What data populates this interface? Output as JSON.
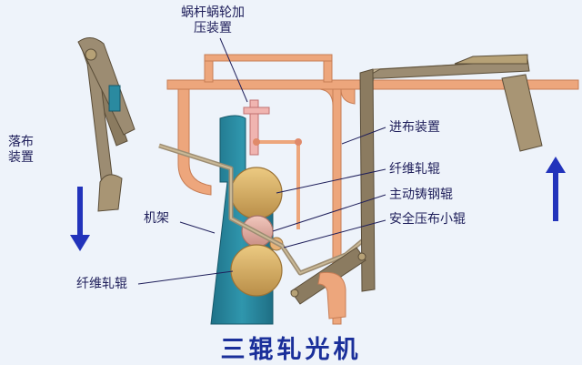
{
  "title": "三辊轧光机",
  "labels": {
    "worm_gear": "蜗杆蜗轮加压装置",
    "feed_device": "进布装置",
    "fiber_roll_top": "纤维轧辊",
    "cast_steel_roll": "主动铸钢辊",
    "safety_roll": "安全压布小辊",
    "frame": "机架",
    "fiber_roll_bottom": "纤维轧辊",
    "delivery_device": "落布装置"
  },
  "colors": {
    "frame": "#2a8aa0",
    "structure": "#eda67c",
    "roller": "#d7ae63",
    "cloth": "#9c8c72",
    "arrow": "#2233bb",
    "title": "#1a2f9a"
  },
  "icons": {
    "left_arrow": "arrow-down-icon",
    "right_arrow": "arrow-up-icon"
  }
}
